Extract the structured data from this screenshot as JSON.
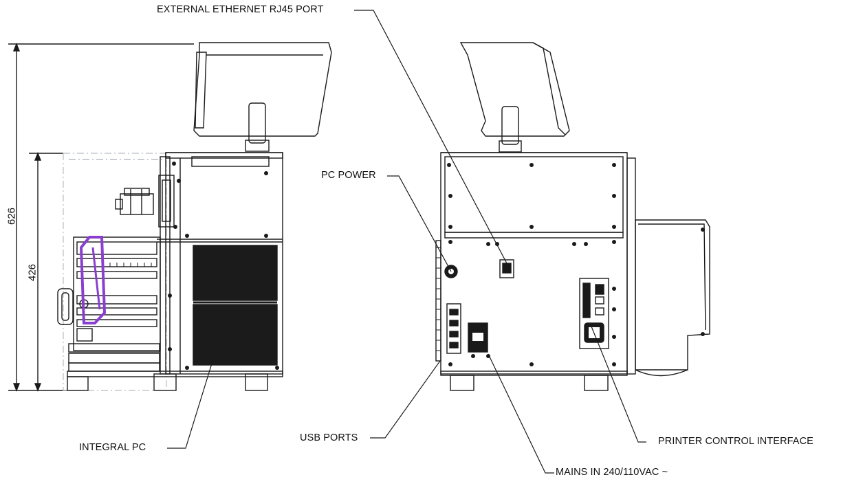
{
  "labels": {
    "ethernet": "EXTERNAL ETHERNET RJ45 PORT",
    "pc_power": "PC POWER",
    "usb_ports": "USB PORTS",
    "integral_pc": "INTEGRAL PC",
    "mains": "MAINS IN 240/110VAC ~",
    "printer_interface": "PRINTER CONTROL INTERFACE"
  },
  "dimensions": {
    "overall_height": "626",
    "body_height": "426"
  },
  "colors": {
    "line": "#1a1a1a",
    "accent": "#8a3fd1",
    "phantom": "#b8bcc4"
  }
}
